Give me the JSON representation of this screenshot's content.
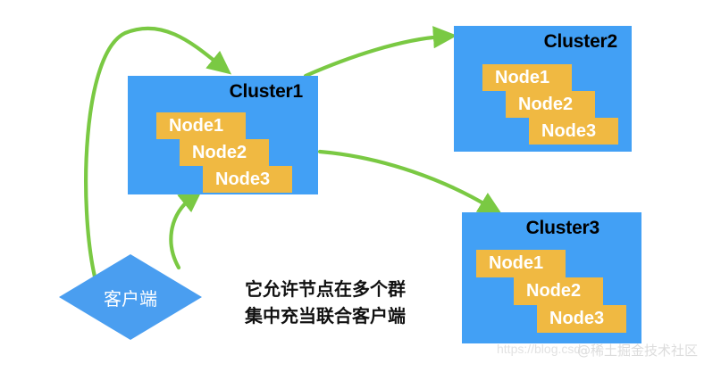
{
  "diagram": {
    "title_text": "",
    "colors": {
      "cluster_fill": "#42a0f5",
      "node_fill": "#f0b942",
      "arrow": "#7ac943",
      "node_text": "#ffffff",
      "cluster_title_text": "#000000",
      "caption_text": "#111111",
      "background": "#ffffff"
    },
    "clusters": [
      {
        "id": "cluster1",
        "title": "Cluster1",
        "nodes": [
          "Node1",
          "Node2",
          "Node3"
        ]
      },
      {
        "id": "cluster2",
        "title": "Cluster2",
        "nodes": [
          "Node1",
          "Node2",
          "Node3"
        ]
      },
      {
        "id": "cluster3",
        "title": "Cluster3",
        "nodes": [
          "Node1",
          "Node2",
          "Node3"
        ]
      }
    ],
    "client": {
      "label": "客户端"
    },
    "caption": {
      "line1": "它允许节点在多个群",
      "line2": "集中充当联合客户端"
    },
    "watermark": {
      "url": "https://blog.csd",
      "brand": "@稀土掘金技术社区"
    }
  }
}
